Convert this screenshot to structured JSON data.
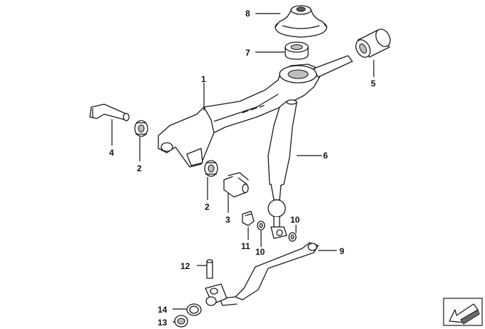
{
  "diagram": {
    "callouts": [
      {
        "id": "c8",
        "label": "8"
      },
      {
        "id": "c7",
        "label": "7"
      },
      {
        "id": "c5",
        "label": "5"
      },
      {
        "id": "c1",
        "label": "1"
      },
      {
        "id": "c4",
        "label": "4"
      },
      {
        "id": "c2a",
        "label": "2"
      },
      {
        "id": "c6",
        "label": "6"
      },
      {
        "id": "c2b",
        "label": "2"
      },
      {
        "id": "c3",
        "label": "3"
      },
      {
        "id": "c10a",
        "label": "10"
      },
      {
        "id": "c11",
        "label": "11"
      },
      {
        "id": "c10b",
        "label": "10"
      },
      {
        "id": "c9",
        "label": "9"
      },
      {
        "id": "c12",
        "label": "12"
      },
      {
        "id": "c14",
        "label": "14"
      },
      {
        "id": "c13",
        "label": "13"
      }
    ]
  }
}
